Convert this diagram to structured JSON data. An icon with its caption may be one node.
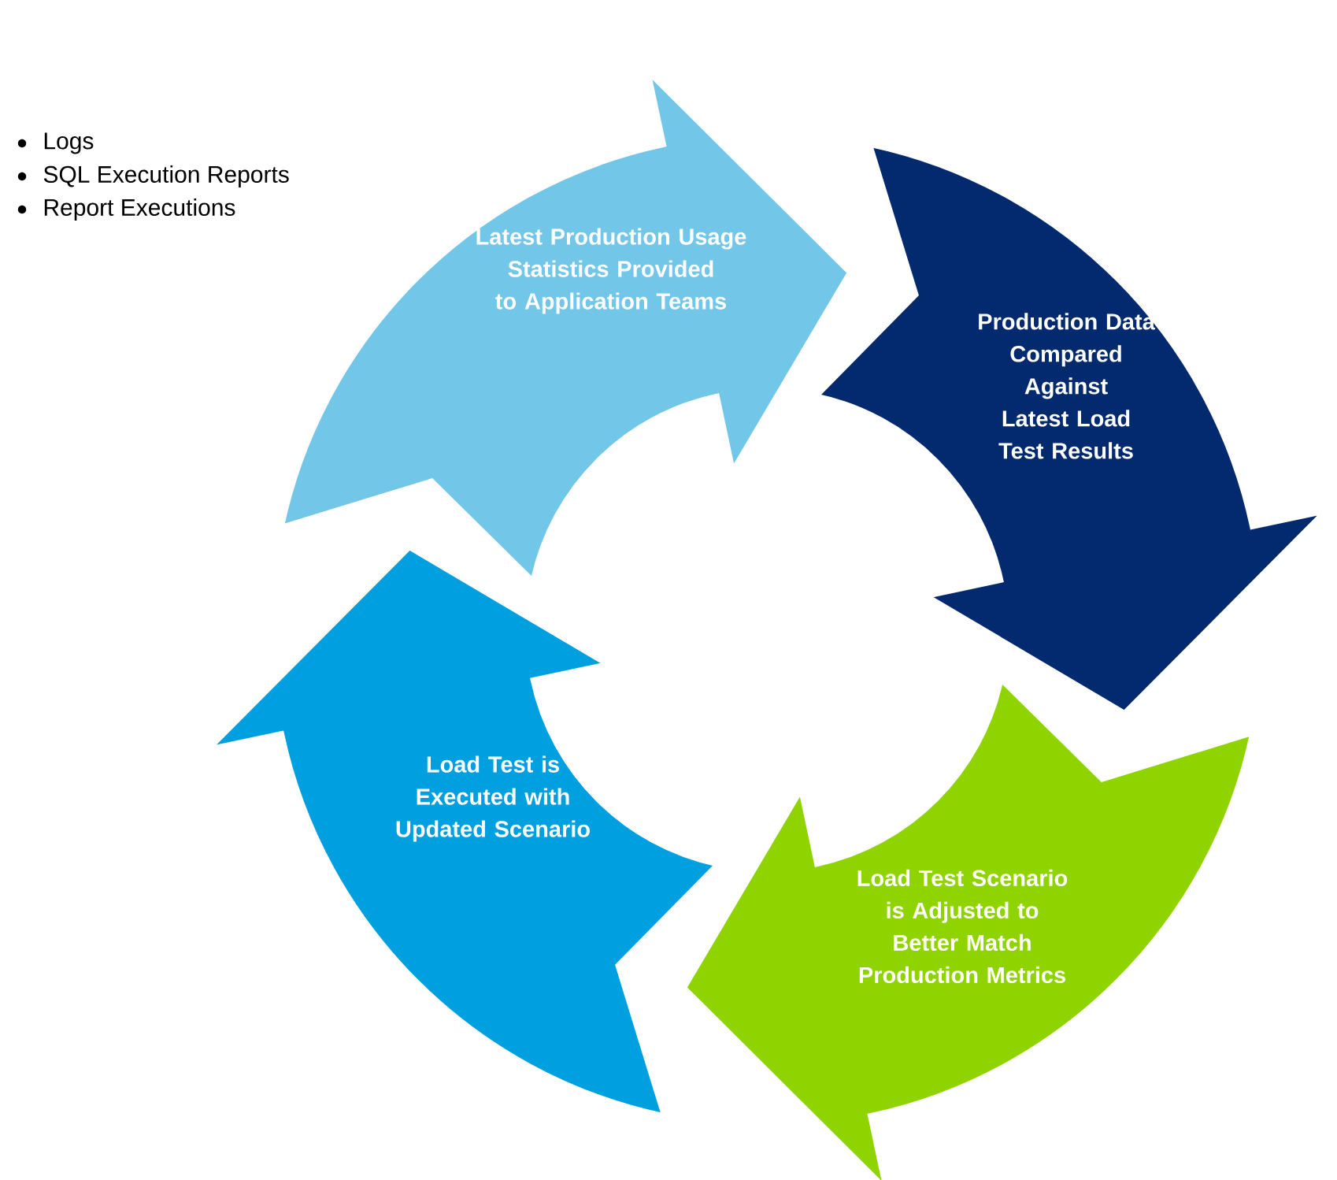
{
  "diagram": {
    "nodes": [
      {
        "text": [
          "Latest Production Usage Statistics Provided to Application Teams"
        ]
      },
      {
        "text": [
          "Production Data Compared Against Latest Load Test Results"
        ]
      },
      {
        "text": [
          "Load Test Scenario is Adjusted to Better Match Production Metrics"
        ]
      },
      {
        "text": [
          "Load Test is Executed with Updated Scenario"
        ]
      }
    ],
    "labels": [
      "Logs",
      "SQL Execution Reports",
      "Report Executions"
    ]
  }
}
